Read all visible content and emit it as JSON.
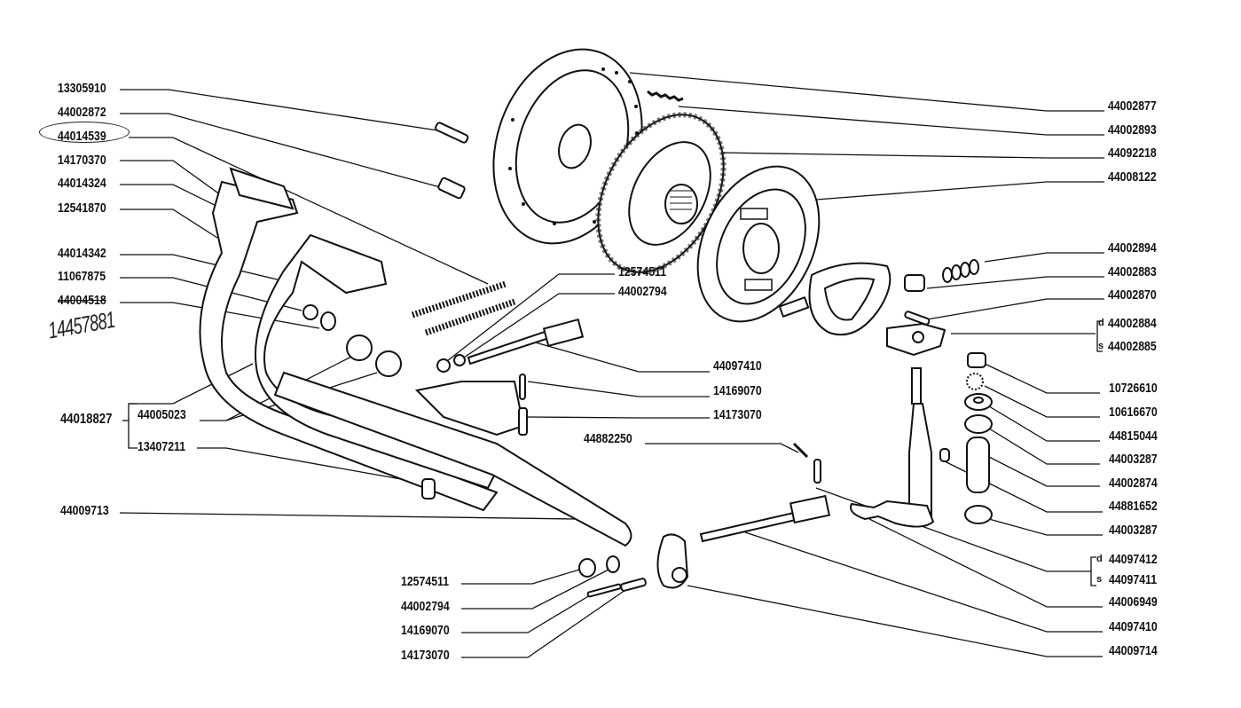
{
  "diagram": {
    "title": "Clutch and pedal assembly exploded parts diagram",
    "left_labels": [
      {
        "id": "l1",
        "text": "13305910"
      },
      {
        "id": "l2",
        "text": "44002872"
      },
      {
        "id": "l3",
        "text": "44014539",
        "circled": true
      },
      {
        "id": "l4",
        "text": "14170370"
      },
      {
        "id": "l5",
        "text": "44014324"
      },
      {
        "id": "l6",
        "text": "12541870"
      },
      {
        "id": "l7",
        "text": "44014342"
      },
      {
        "id": "l8",
        "text": "11067875"
      },
      {
        "id": "l9",
        "text": "44004518",
        "struck": true
      },
      {
        "id": "l10",
        "text": "44018827"
      },
      {
        "id": "l11",
        "text": "44005023"
      },
      {
        "id": "l12",
        "text": "13407211"
      },
      {
        "id": "l13",
        "text": "44009713"
      }
    ],
    "handwritten_note": "14457881",
    "bottom_labels": [
      {
        "id": "b1",
        "text": "12574511"
      },
      {
        "id": "b2",
        "text": "44002794"
      },
      {
        "id": "b3",
        "text": "14169070"
      },
      {
        "id": "b4",
        "text": "14173070"
      }
    ],
    "center_labels": [
      {
        "id": "c1",
        "text": "12574511"
      },
      {
        "id": "c2",
        "text": "44002794"
      },
      {
        "id": "c3",
        "text": "44097410"
      },
      {
        "id": "c4",
        "text": "14169070"
      },
      {
        "id": "c5",
        "text": "14173070"
      },
      {
        "id": "c6",
        "text": "44882250"
      }
    ],
    "right_labels": [
      {
        "id": "r1",
        "text": "44002877"
      },
      {
        "id": "r2",
        "text": "44002893"
      },
      {
        "id": "r3",
        "text": "44092218"
      },
      {
        "id": "r4",
        "text": "44008122"
      },
      {
        "id": "r5",
        "text": "44002894"
      },
      {
        "id": "r6",
        "text": "44002883"
      },
      {
        "id": "r7",
        "text": "44002870"
      },
      {
        "id": "r8",
        "text": "44002884",
        "prefix": "d"
      },
      {
        "id": "r9",
        "text": "44002885",
        "prefix": "s"
      },
      {
        "id": "r10",
        "text": "10726610"
      },
      {
        "id": "r11",
        "text": "10616670"
      },
      {
        "id": "r12",
        "text": "44815044"
      },
      {
        "id": "r13",
        "text": "44003287"
      },
      {
        "id": "r14",
        "text": "44002874"
      },
      {
        "id": "r15",
        "text": "44881652"
      },
      {
        "id": "r16",
        "text": "44003287"
      },
      {
        "id": "r17",
        "text": "44097412",
        "prefix": "d"
      },
      {
        "id": "r18",
        "text": "44097411",
        "prefix": "s"
      },
      {
        "id": "r19",
        "text": "44006949"
      },
      {
        "id": "r20",
        "text": "44097410"
      },
      {
        "id": "r21",
        "text": "44009714"
      }
    ],
    "side_prefixes": {
      "right": "d",
      "left": "s"
    }
  }
}
